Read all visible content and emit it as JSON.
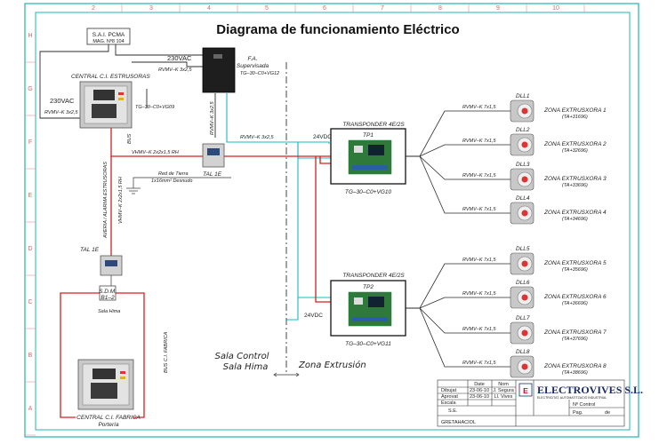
{
  "title": "Diagrama de funcionamiento Eléctrico",
  "colors": {
    "frame": "#1fb4b4",
    "ruler": "#e07a7a",
    "red_cable": "#d42020",
    "cyan_cable": "#19b8c8",
    "dark_cable": "#2a2a2a",
    "device_gray": "#9a9a9a"
  },
  "ruler_top": [
    "2",
    "3",
    "4",
    "5",
    "6",
    "7",
    "8",
    "9",
    "10"
  ],
  "ruler_left": [
    "H",
    "G",
    "F",
    "E",
    "D",
    "C",
    "B",
    "A"
  ],
  "sai": {
    "title": "S.A.I. PCMA",
    "sub": "MAG. Nº8 104"
  },
  "labels": {
    "v230_top": "230VAC",
    "rvmv_top": "RVMV–K 3x2,5",
    "v230_left": "230VAC",
    "rvmv_left": "RVMV–K 3x2,5",
    "central_top": "CENTRAL C.I. ESTRUSORAS",
    "tg_central": "TG–30–C0+VG09",
    "fa_1": "F.A.",
    "fa_2": "Supervisada",
    "fa_3": "TG–30–C0+VG12",
    "rvmv_fa_vert": "RVMV–K 3x2,5",
    "rvmv_cyan": "RVMV–K 3x2,5",
    "v24_1": "24VDC",
    "v24_2": "24VDC",
    "bus_label": "BUS",
    "vhmv_rh": "VHMV–K 2x2x1,5 RH",
    "tal1": "TAL 1E",
    "tal2": "TAL 1E",
    "red_tierra_1": "Red de Tierra",
    "red_tierra_2": "1x16mm² Desnudo",
    "avería_v": "AVERIA / ALARMA ESTRUSORAS",
    "vhmv_v": "VHMV–K 2x2x1,5 RH",
    "sdm_1": "S.D.M.",
    "sdm_2": "B1–2",
    "sala_hima_small": "Sala Hima",
    "bus_fabrica": "BUS C.I. FABRICA",
    "central_bottom_1": "CENTRAL C.I. FABRICA",
    "central_bottom_2": "Portería",
    "sala_control": "Sala Control",
    "sala_hima": "Sala Hima",
    "zona_extrusion": "Zona Extrusión",
    "transponder_1": "TRANSPONDER 4E/2S",
    "tp1": "TP1",
    "tg_tp1": "TG–30–C0+VG10",
    "transponder_2": "TRANSPONDER 4E/2S",
    "tp2": "TP2",
    "tg_tp2": "TG–30–C0+VG11"
  },
  "zones": [
    {
      "dll": "DLL1",
      "cable": "RVMV–K 7x1,5",
      "name": "ZONA  EXTRUSXORA  1",
      "ta": "(TA+31696)"
    },
    {
      "dll": "DLL2",
      "cable": "RVMV–K 7x1,5",
      "name": "ZONA  EXTRUSXORA  2",
      "ta": "(TA+32696)"
    },
    {
      "dll": "DLL3",
      "cable": "RVMV–K 7x1,5",
      "name": "ZONA  EXTRUSXORA  3",
      "ta": "(TA+33696)"
    },
    {
      "dll": "DLL4",
      "cable": "RVMV–K 7x1,5",
      "name": "ZONA  EXTRUSXORA  4",
      "ta": "(TA+34696)"
    },
    {
      "dll": "DLL5",
      "cable": "RVMV–K 7x1,5",
      "name": "ZONA  EXTRUSXORA  5",
      "ta": "(TA+35696)"
    },
    {
      "dll": "DLL6",
      "cable": "RVMV–K 7x1,5",
      "name": "ZONA  EXTRUSXORA  6",
      "ta": "(TA+36696)"
    },
    {
      "dll": "DLL7",
      "cable": "RVMV–K 7x1,5",
      "name": "ZONA  EXTRUSXORA  7",
      "ta": "(TA+37696)"
    },
    {
      "dll": "DLL8",
      "cable": "RVMV–K 7x1,5",
      "name": "ZONA  EXTRUSXORA  8",
      "ta": "(TA+38696)"
    }
  ],
  "title_block": {
    "h_date": "Date",
    "h_name": "Nom",
    "r1_label": "Dibujat",
    "r1_date": "23-06-10",
    "r1_name": "J. Segura",
    "r2_label": "Aprovat",
    "r2_date": "23-06-10",
    "r2_name": "Ll. Vives",
    "r3_label": "Escala",
    "r4_label": "S.E.",
    "brand": "ELECTROVIVES S.L.",
    "brand_sub": "ELECTRICITAT, AUTOMATITZACIÓ INDUSTRIAL",
    "n_control": "Nº Control",
    "pag": "Pag.",
    "de": "de",
    "file": "GRETAHACIOL"
  }
}
